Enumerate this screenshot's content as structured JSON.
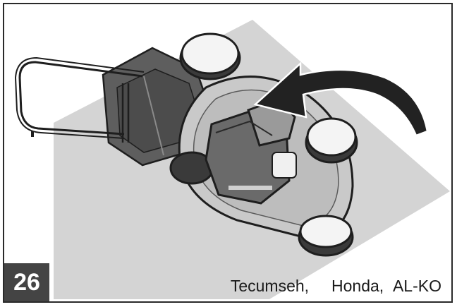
{
  "figure": {
    "number": "26",
    "caption_parts": [
      "Tecumseh,",
      "Honda,",
      "AL-KO"
    ]
  },
  "colors": {
    "floor": "#d4d4d4",
    "deck": "#c9c9c9",
    "engine": "#6a6a6a",
    "bag": "#5e5e5e",
    "arrow": "#222222",
    "badge": "#444444"
  }
}
